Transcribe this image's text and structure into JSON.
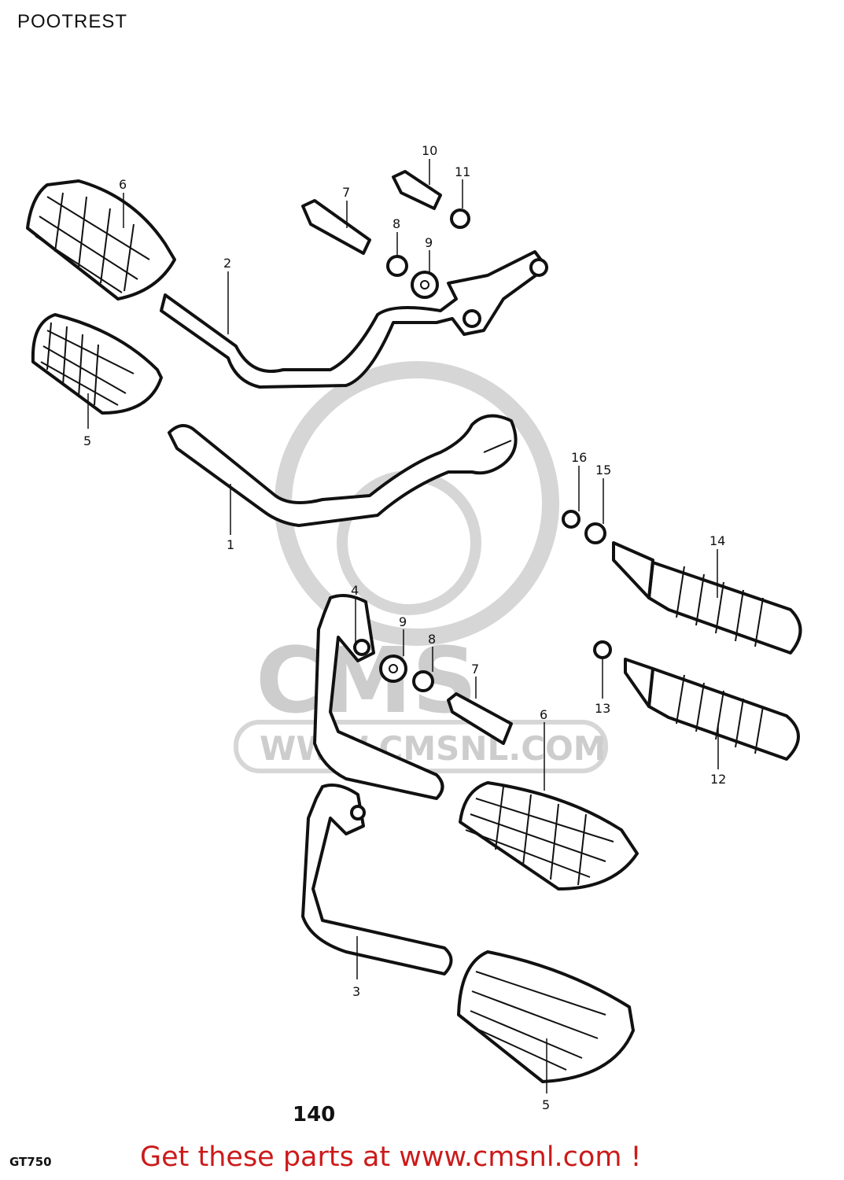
{
  "header": {
    "title": "POOTREST"
  },
  "page_number": "140",
  "model_code": "GT750",
  "footer": {
    "text": "Get these parts at www.cmsnl.com !"
  },
  "watermark": {
    "brand": "CMS",
    "url": "WWW.CMSNL.COM"
  },
  "callouts": {
    "c1": "1",
    "c2": "2",
    "c3": "3",
    "c4": "4",
    "c5a": "5",
    "c5b": "5",
    "c6a": "6",
    "c6b": "6",
    "c7a": "7",
    "c7b": "7",
    "c8a": "8",
    "c8b": "8",
    "c9a": "9",
    "c9b": "9",
    "c10": "10",
    "c11": "11",
    "c12": "12",
    "c13": "13",
    "c14": "14",
    "c15": "15",
    "c16": "16"
  }
}
